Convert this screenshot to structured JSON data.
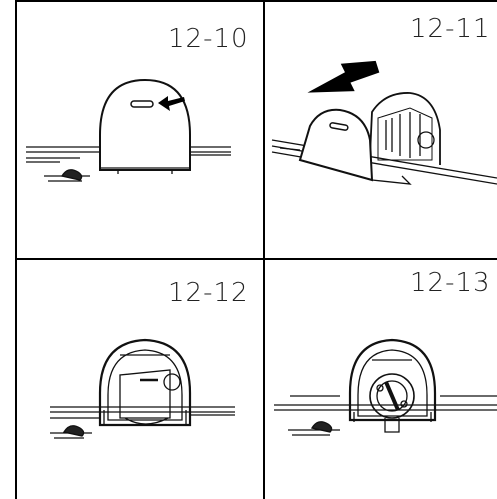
{
  "panels": [
    {
      "label": "12-10"
    },
    {
      "label": "12-11"
    },
    {
      "label": "12-12"
    },
    {
      "label": "12-13"
    }
  ],
  "colors": {
    "line": "#111111",
    "border": "#000000",
    "background": "#ffffff"
  }
}
